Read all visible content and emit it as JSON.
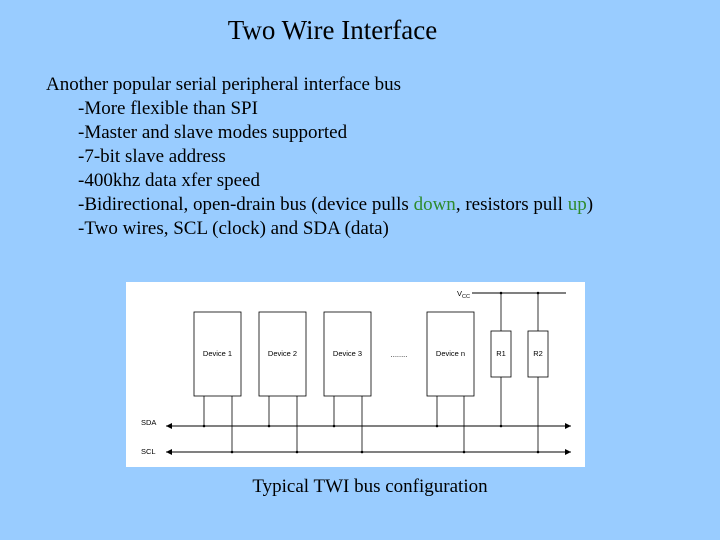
{
  "slide": {
    "title": "Two Wire Interface",
    "intro": "Another popular serial peripheral interface bus",
    "bullets": [
      {
        "text": "-More flexible than SPI"
      },
      {
        "text": "-Master and slave modes supported"
      },
      {
        "text": "-7-bit slave address"
      },
      {
        "text": "-400khz data xfer speed"
      },
      {
        "prefix": "-Bidirectional, open-drain bus (device pulls ",
        "highlight1": "down",
        "middle": ", resistors pull ",
        "highlight2": "up",
        "suffix": ")"
      },
      {
        "text": "-Two wires, SCL (clock) and SDA (data)"
      }
    ],
    "highlight_color": "#2e8b2e",
    "background_color": "#99ccff"
  },
  "diagram": {
    "devices": [
      "Device 1",
      "Device 2",
      "Device 3",
      "Device n"
    ],
    "ellipsis": "........",
    "resistors": [
      "R1",
      "R2"
    ],
    "vcc_main": "V",
    "vcc_sub": "CC",
    "sda_label": "SDA",
    "scl_label": "SCL"
  },
  "caption": "Typical TWI bus configuration"
}
